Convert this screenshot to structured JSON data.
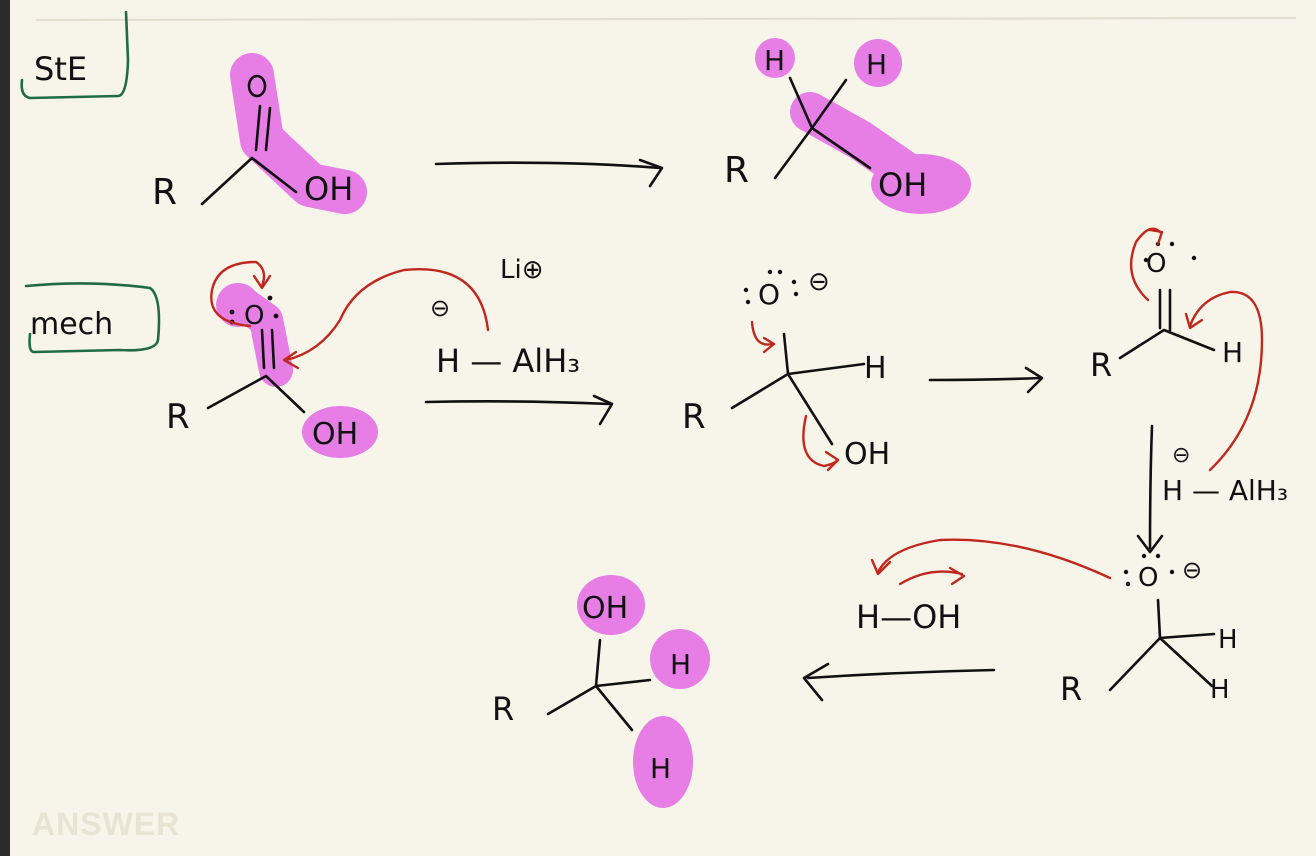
{
  "labels": {
    "ste": "StE",
    "mech": "mech",
    "lip": "Li⊕",
    "reagent": "H — AlH₃",
    "reagent2": "H — AlH₃",
    "water": "H—OH",
    "answer": "ANSWER"
  },
  "atoms": {
    "r": "R",
    "o": "O",
    "oh": "OH",
    "h": "H",
    "minus": "⊖"
  },
  "colors": {
    "background": "#f7f4e9",
    "ink": "#111111",
    "highlight": "#e67ee6",
    "arrow_red": "#c0281e",
    "box_green": "#1f6b45"
  }
}
